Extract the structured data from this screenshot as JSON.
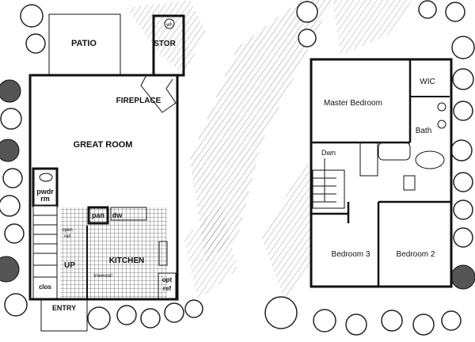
{
  "first_floor": {
    "rooms": {
      "patio": "PATIO",
      "storage": "STOR",
      "water_heater": "wh",
      "fireplace": "FIREPLACE",
      "great_room": "GREAT ROOM",
      "powder_room_line1": "pwdr",
      "powder_room_line2": "rm",
      "pantry": "pan",
      "dishwasher": "dw",
      "open_rail_line1": "open",
      "open_rail_line2": "rail",
      "stairs_up": "UP",
      "kitchen": "KITCHEN",
      "kneewall": "kneewall",
      "closet": "clos",
      "optional_ref_line1": "opt",
      "optional_ref_line2": "ref",
      "entry": "ENTRY"
    }
  },
  "second_floor": {
    "rooms": {
      "master_bedroom": "Master Bedroom",
      "walk_in_closet": "WIC",
      "bath": "Bath",
      "stairs_down": "Dwn",
      "bedroom_3": "Bedroom 3",
      "bedroom_2": "Bedroom 2"
    }
  }
}
